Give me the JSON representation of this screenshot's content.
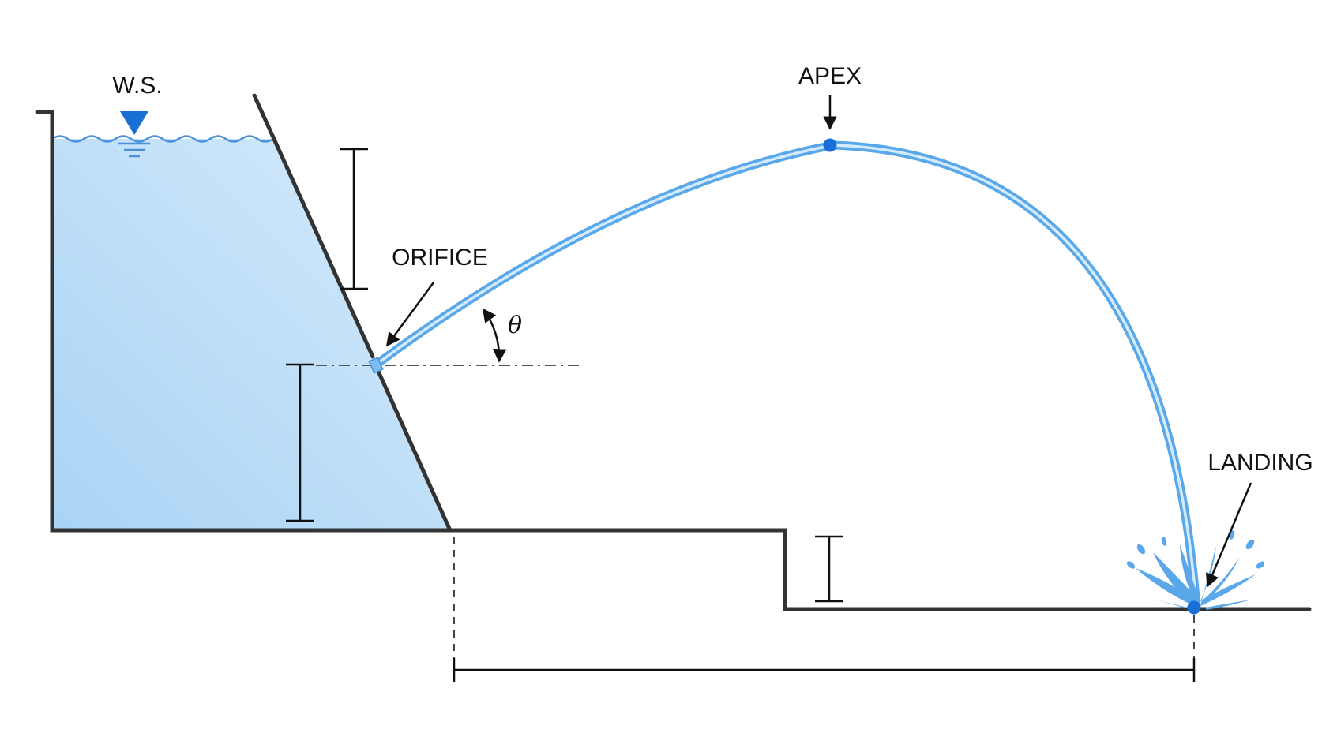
{
  "labels": {
    "water_surface": "W.S.",
    "apex": "APEX",
    "orifice": "ORIFICE",
    "landing": "LANDING",
    "angle": "θ"
  },
  "colors": {
    "water_fill_light": "#d6ebfb",
    "water_fill_dark": "#a9d3f5",
    "water_surface_line": "#4a90d9",
    "jet": "#5aa8ea",
    "jet_core": "#d3ebfd",
    "marker": "#1a6fd6",
    "structure": "#333333"
  },
  "icons": {
    "water_surface_marker": "triangle-down-icon",
    "apex_point": "dot-icon",
    "landing_point": "dot-icon",
    "splash": "splash-icon"
  }
}
